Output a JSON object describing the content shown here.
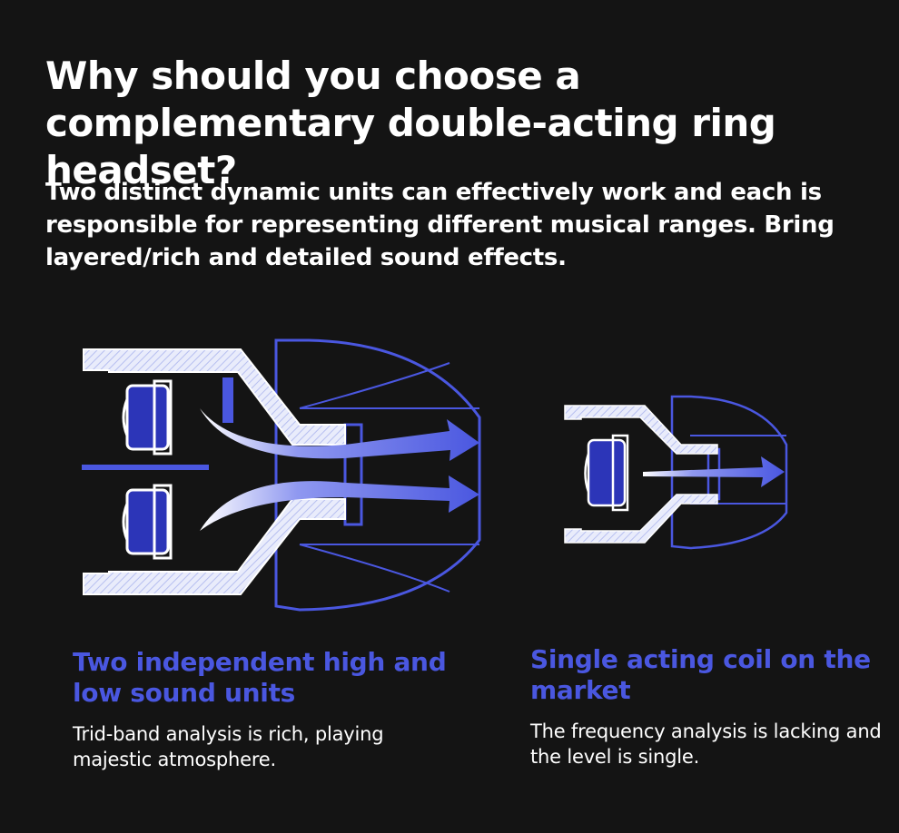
{
  "header": {
    "title": "Why should you choose a complementary double-acting ring headset?",
    "subtitle": "Two distinct dynamic units can effectively work and each is responsible for representing different musical ranges. Bring layered/rich and detailed sound effects."
  },
  "cards": [
    {
      "title": "Two independent high and low sound units",
      "description": "Trid-band analysis is rich, playing majestic atmosphere."
    },
    {
      "title": "Single acting coil on the market",
      "description": "The frequency analysis is lacking and the level is single."
    }
  ],
  "colors": {
    "background": "#141414",
    "accent": "#4a57e0",
    "text": "#ffffff"
  }
}
